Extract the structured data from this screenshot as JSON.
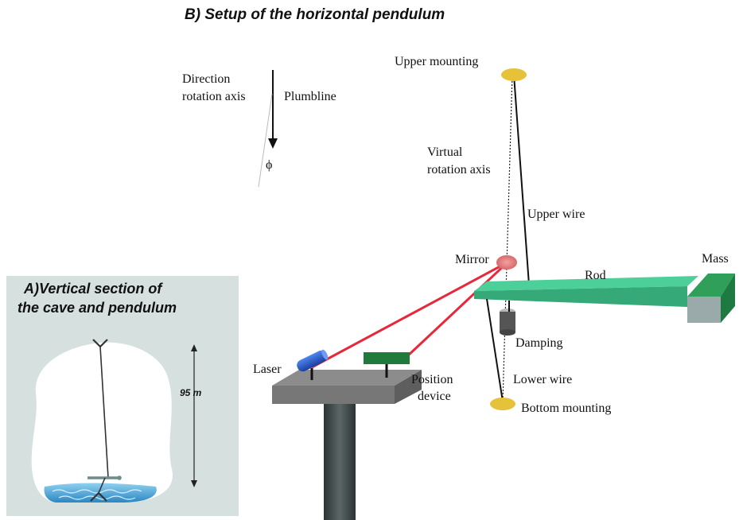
{
  "title": "B) Setup of the horizontal pendulum",
  "section": {
    "line1": "A)Vertical section of",
    "line2": "the cave and pendulum",
    "depth": "95 m"
  },
  "labels": {
    "direction_line1": "Direction",
    "direction_line2": "rotation axis",
    "plumbline": "Plumbline",
    "phi": "ϕ",
    "upper_mounting": "Upper mounting",
    "virtual_line1": "Virtual",
    "virtual_line2": "rotation axis",
    "upper_wire": "Upper wire",
    "mirror": "Mirror",
    "mass": "Mass",
    "rod": "Rod",
    "damping": "Damping",
    "laser": "Laser",
    "position_line1": "Position",
    "position_line2": "device",
    "lower_wire": "Lower wire",
    "bottom_mounting": "Bottom mounting"
  },
  "colors": {
    "mounting": "#e6c13a",
    "rod": "#3fb98a",
    "mass": "#2f9f59",
    "laser_beam": "#e8283a",
    "laser": "#2357c8",
    "position_device": "#1f7a3c",
    "table": "#8c8c8c",
    "pillar": "#3f4a4a",
    "panel": "#d6e1df",
    "water": "#4aa9d8"
  }
}
